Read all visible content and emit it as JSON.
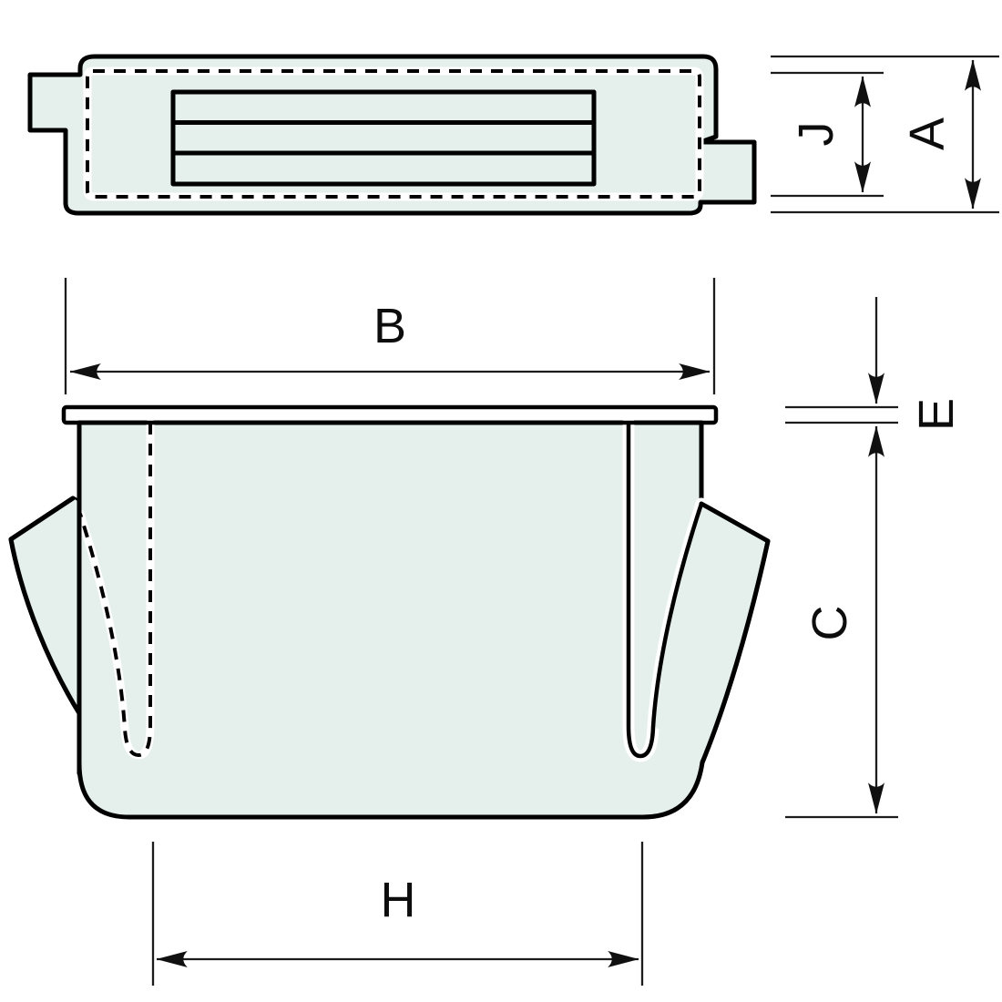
{
  "drawing": {
    "type": "technical-dimension-drawing",
    "views": {
      "top_view": "plan view of clip with mounting tabs, dashed hole outline and vent slats",
      "front_view": "front view of clip body with flange and sprung wings"
    },
    "labels": {
      "overall_height": "A",
      "flange_width": "B",
      "body_depth": "C",
      "flange_thickness": "E",
      "base_width": "H",
      "opening_height": "J"
    }
  },
  "colors": {
    "part_fill": "#e5efeb",
    "part_outline": "#000000",
    "dimension_line": "#1c1c1c",
    "label_text": "#0d0d0d",
    "background": "#ffffff"
  }
}
